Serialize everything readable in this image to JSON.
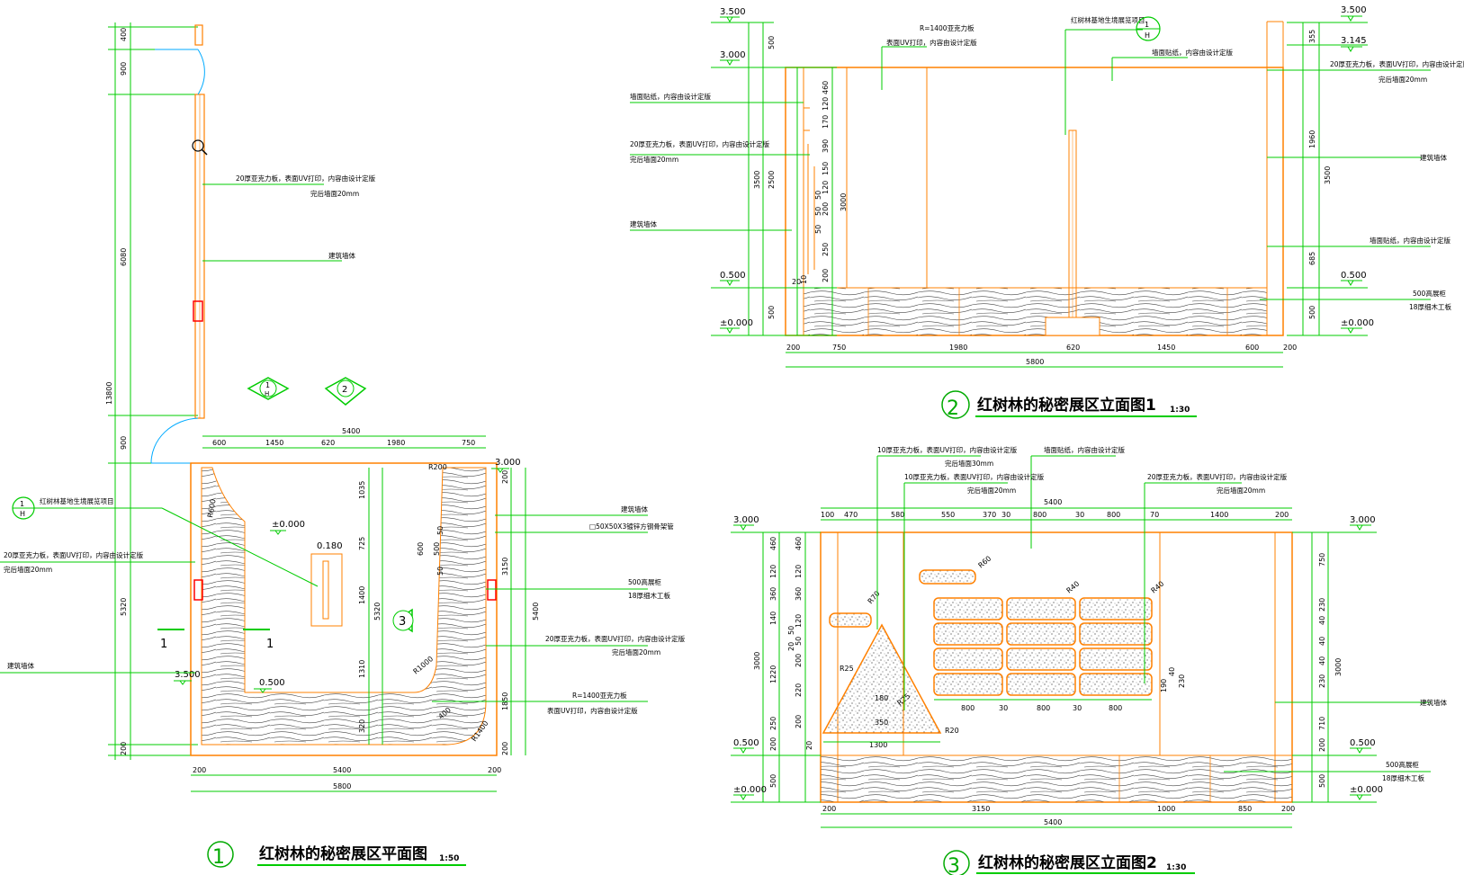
{
  "plan": {
    "title": "红树林的秘密展区平面图",
    "scale": "1:50",
    "number": "1",
    "left_dims": [
      "400",
      "900",
      "6080",
      "900",
      "5320",
      "200"
    ],
    "total_height": "13800",
    "top_dims": [
      "600",
      "1450",
      "620",
      "1980",
      "750"
    ],
    "top_total": "5400",
    "bottom_dims": [
      "200",
      "5400",
      "200"
    ],
    "bottom_total": "5800",
    "right_dims": [
      "200",
      "3150",
      "1850",
      "200"
    ],
    "right_total": "5400",
    "inner_dims": [
      "1035",
      "725",
      "1400",
      "1310",
      "320"
    ],
    "inner_total": "5320",
    "small_dims": [
      "50",
      "500",
      "50",
      "600"
    ],
    "levels": [
      "±0.000",
      "0.180",
      "3.500",
      "0.500",
      "3.000"
    ],
    "radii": [
      "R200",
      "R600",
      "R1000",
      "R1400",
      "400"
    ],
    "section_marks": [
      "1",
      "1"
    ],
    "notes": {
      "panel_top": "20厚亚克力板，表面UV打印，内容由设计定版",
      "panel_top2": "完后墙面20mm",
      "wall_top": "建筑墙体",
      "marker": "红树林基地生境展览项目",
      "panel_left": "20厚亚克力板，表面UV打印，内容由设计定版",
      "panel_left2": "完后墙面20mm",
      "wall_left": "建筑墙体",
      "wall_right": "建筑墙体",
      "pipe": "□50X50X3镀锌方钢骨架管",
      "bench": "500高展柜",
      "bench2": "18厚细木工板",
      "panel_right": "20厚亚克力板，表面UV打印，内容由设计定版",
      "panel_right2": "完后墙面20mm",
      "curve1": "R=1400亚克力板",
      "curve2": "表面UV打印，内容由设计定版"
    }
  },
  "elev1": {
    "title": "红树林的秘密展区立面图1",
    "scale": "1:30",
    "number": "2",
    "bottom_dims": [
      "200",
      "750",
      "1980",
      "620",
      "1450",
      "600",
      "200"
    ],
    "bottom_total": "5800",
    "left_levels": [
      "3.500",
      "3.000",
      "0.500",
      "±0.000"
    ],
    "right_levels": [
      "3.500",
      "3.145",
      "0.500",
      "±0.000"
    ],
    "left_dims": [
      "500",
      "2500",
      "500"
    ],
    "left_total": "3500",
    "left_inner": [
      "460",
      "170",
      "120",
      "390",
      "150",
      "50",
      "120",
      "50",
      "200",
      "50",
      "250",
      "200",
      "20",
      "10"
    ],
    "inner_total": "3000",
    "right_dims": [
      "355",
      "1960",
      "685",
      "500"
    ],
    "right_total": "3500",
    "notes": {
      "top1": "R=1400亚克力板",
      "top2": "表面UV打印，内容由设计定版",
      "top3": "红树林基地生境展览项目",
      "top4": "墙面贴纸，内容由设计定版",
      "left1": "墙面贴纸，内容由设计定版",
      "left2": "20厚亚克力板，表面UV打印，内容由设计定版",
      "left3": "完后墙面20mm",
      "left4": "建筑墙体",
      "right1": "20厚亚克力板，表面UV打印，内容由设计定版",
      "right2": "完后墙面20mm",
      "right3": "建筑墙体",
      "right4": "墙面贴纸，内容由设计定版",
      "right5": "500高展柜",
      "right6": "18厚细木工板"
    }
  },
  "elev2": {
    "title": "红树林的秘密展区立面图2",
    "scale": "1:30",
    "number": "3",
    "top_dims": [
      "100",
      "470",
      "580",
      "550",
      "370",
      "30",
      "800",
      "30",
      "800",
      "70",
      "1400",
      "200"
    ],
    "top_total": "5400",
    "bottom_dims": [
      "200",
      "3150",
      "1000",
      "850",
      "200"
    ],
    "bottom_total": "5400",
    "left_levels": [
      "3.000",
      "0.500",
      "±0.000"
    ],
    "right_levels": [
      "3.000",
      "0.500",
      "±0.000"
    ],
    "left_dims": [
      "460",
      "120",
      "360",
      "140",
      "1220",
      "250",
      "200",
      "500"
    ],
    "left_total": "3000",
    "left_inner": [
      "460",
      "120",
      "360",
      "120",
      "50",
      "50",
      "20",
      "200",
      "220",
      "200",
      "20"
    ],
    "right_dims": [
      "750",
      "230",
      "40",
      "40",
      "40",
      "230",
      "710",
      "200",
      "500"
    ],
    "right_total": "3000",
    "under_dims": [
      "800",
      "30",
      "800",
      "30",
      "800"
    ],
    "tri_dims": [
      "180",
      "350",
      "1300"
    ],
    "small": [
      "190",
      "40",
      "230"
    ],
    "radii": [
      "R70",
      "R60",
      "R40",
      "R40",
      "R25",
      "R25",
      "R20"
    ],
    "notes": {
      "n1": "10厚亚克力板，表面UV打印，内容由设计定版",
      "n1b": "完后墙面30mm",
      "n2": "10厚亚克力板，表面UV打印，内容由设计定版",
      "n2b": "完后墙面20mm",
      "n3": "墙面贴纸，内容由设计定版",
      "n4": "20厚亚克力板，表面UV打印，内容由设计定版",
      "n4b": "完后墙面20mm",
      "wall": "建筑墙体",
      "bench": "500高展柜",
      "bench2": "18厚细木工板"
    }
  },
  "markers": {
    "m1a": "1",
    "m1b": "H",
    "m2": "2",
    "m3": "3"
  },
  "colors": {
    "dim": "#00cc00",
    "wall": "#ff8000",
    "hatch": "#555555",
    "text": "#000000"
  }
}
